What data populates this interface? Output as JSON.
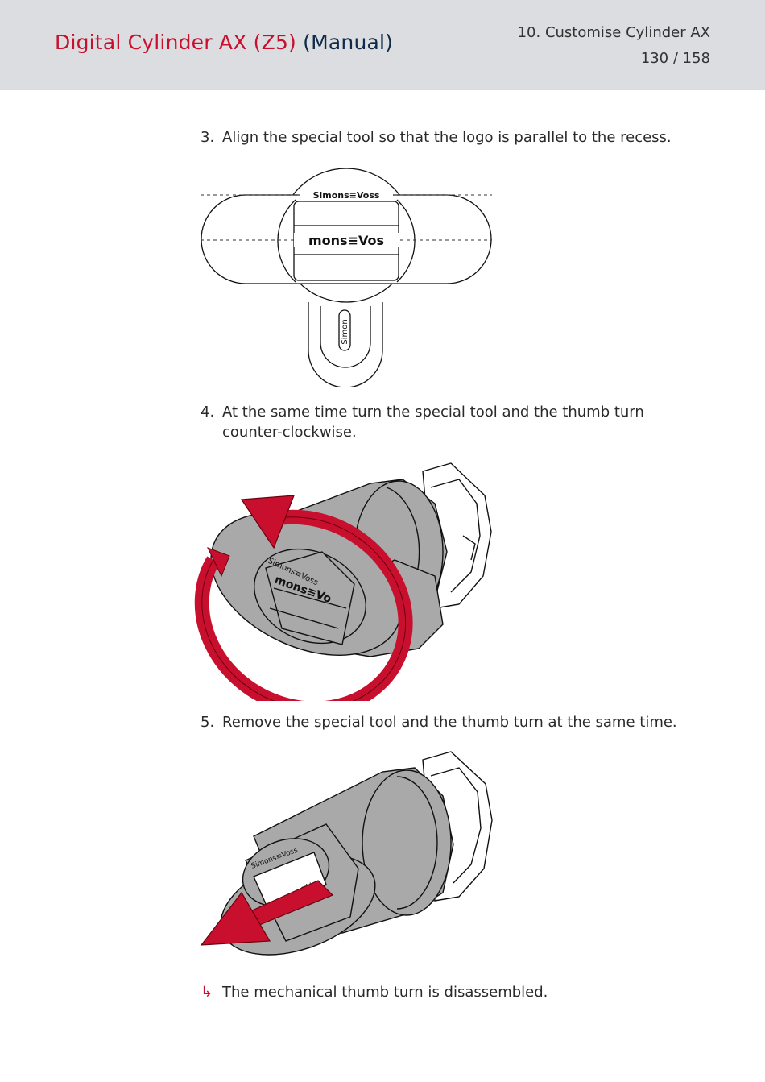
{
  "header": {
    "title_part1": "Digital Cylinder AX (Z5)",
    "title_part2": "(Manual)",
    "chapter": "10. Customise Cylinder AX",
    "page": "130 / 158"
  },
  "steps": [
    {
      "number": "3.",
      "text": "Align the special tool so that the logo is parallel to the recess."
    },
    {
      "number": "4.",
      "text": "At the same time turn the special tool and the thumb turn counter-clockwise."
    },
    {
      "number": "5.",
      "text": "Remove the special tool and the thumb turn at the same time."
    }
  ],
  "result": {
    "icon": "result-arrow-icon",
    "text": "The mechanical thumb turn is disassembled."
  },
  "figures": {
    "fig1_logo_top": "Simons≡Voss",
    "fig1_logo_mid": "mons≡Vos",
    "fig1_logo_side": "Simon",
    "fig2_logo_top": "Simons≡Voss",
    "fig2_logo_mid": "mons≡Vo",
    "fig3_logo": "Simons≡Voss",
    "fig3_logo_small": "≡V"
  },
  "colors": {
    "brand_red": "#c8102e",
    "brand_navy": "#0f2a4a",
    "header_bg": "#dcdde0",
    "part_gray": "#a9a9a9"
  }
}
